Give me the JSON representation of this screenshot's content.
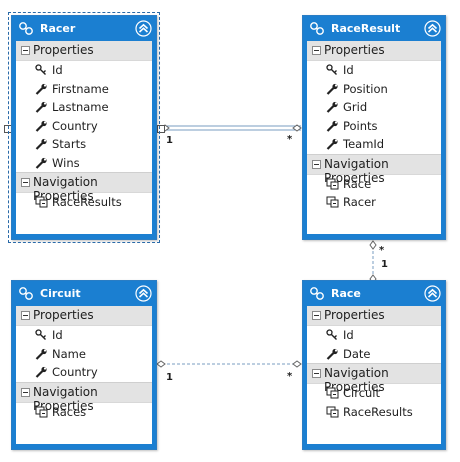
{
  "entities": {
    "racer": {
      "title": "Racer",
      "properties_label": "Properties",
      "properties": [
        "Id",
        "Firstname",
        "Lastname",
        "Country",
        "Starts",
        "Wins"
      ],
      "navigation_label": "Navigation Properties",
      "navigation": [
        "RaceResults"
      ]
    },
    "raceresult": {
      "title": "RaceResult",
      "properties_label": "Properties",
      "properties": [
        "Id",
        "Position",
        "Grid",
        "Points",
        "TeamId"
      ],
      "navigation_label": "Navigation Properties",
      "navigation": [
        "Race",
        "Racer"
      ]
    },
    "circuit": {
      "title": "Circuit",
      "properties_label": "Properties",
      "properties": [
        "Id",
        "Name",
        "Country"
      ],
      "navigation_label": "Navigation Properties",
      "navigation": [
        "Races"
      ]
    },
    "race": {
      "title": "Race",
      "properties_label": "Properties",
      "properties": [
        "Id",
        "Date"
      ],
      "navigation_label": "Navigation Properties",
      "navigation": [
        "Circuit",
        "RaceResults"
      ]
    }
  },
  "associations": {
    "racer_raceresult": {
      "end_one": "1",
      "end_many": "*"
    },
    "raceresult_race": {
      "end_many": "*",
      "end_one": "1"
    },
    "circuit_race": {
      "end_one": "1",
      "end_many": "*"
    }
  },
  "colors": {
    "header": "#1b7fd1",
    "section_bg": "#e3e3e3",
    "connector": "#7a9cc0"
  },
  "icons": {
    "entity": "entity-type-icon",
    "collapse": "double-chevron-up-icon",
    "key": "key-property-icon",
    "scalar": "wrench-property-icon",
    "navigation": "navigation-property-icon",
    "section_toggle": "collapse-minus-icon"
  }
}
